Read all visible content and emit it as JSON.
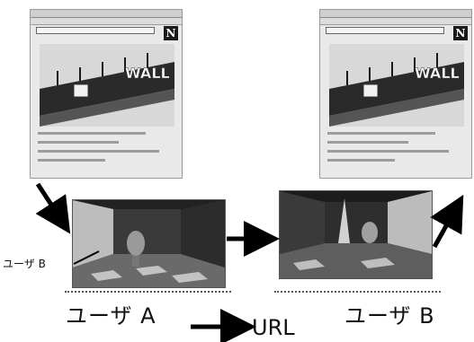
{
  "browser_logo_letter": "N",
  "wall_text": "WALL",
  "caption_user_a": "ユーザ A",
  "caption_user_b": "ユーザ B",
  "inner_label": "ユーザ B",
  "url_label": "URL"
}
